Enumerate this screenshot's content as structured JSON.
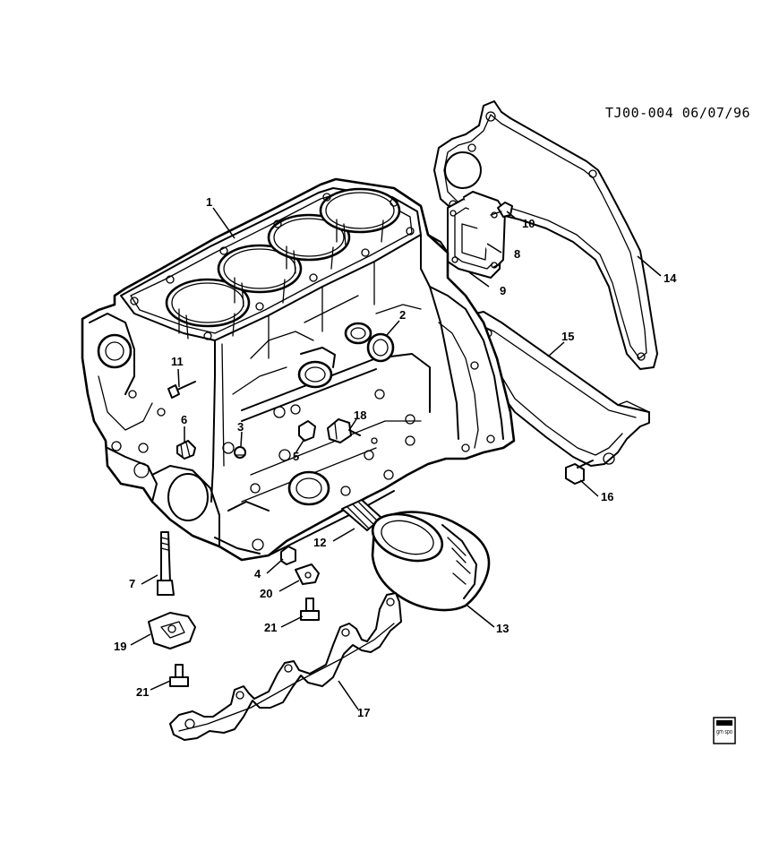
{
  "ref_code": "TJ00-004 06/07/96",
  "logo_text": "gm spo",
  "callouts": [
    {
      "id": "1",
      "label": "1",
      "part": "engine-block"
    },
    {
      "id": "2",
      "label": "2",
      "part": "seal"
    },
    {
      "id": "3",
      "label": "3",
      "part": "plug"
    },
    {
      "id": "4",
      "label": "4",
      "part": "plug"
    },
    {
      "id": "5",
      "label": "5",
      "part": "plug"
    },
    {
      "id": "6",
      "label": "6",
      "part": "plug"
    },
    {
      "id": "7",
      "label": "7",
      "part": "stud"
    },
    {
      "id": "8",
      "label": "8",
      "part": "cover"
    },
    {
      "id": "9",
      "label": "9",
      "part": "gasket"
    },
    {
      "id": "10",
      "label": "10",
      "part": "bolt"
    },
    {
      "id": "11",
      "label": "11",
      "part": "bolt"
    },
    {
      "id": "12",
      "label": "12",
      "part": "fitting"
    },
    {
      "id": "13",
      "label": "13",
      "part": "oil-filter"
    },
    {
      "id": "14",
      "label": "14",
      "part": "gasket"
    },
    {
      "id": "15",
      "label": "15",
      "part": "bracket"
    },
    {
      "id": "16",
      "label": "16",
      "part": "bolt"
    },
    {
      "id": "17",
      "label": "17",
      "part": "bracket"
    },
    {
      "id": "18",
      "label": "18",
      "part": "switch"
    },
    {
      "id": "19",
      "label": "19",
      "part": "bracket"
    },
    {
      "id": "20",
      "label": "20",
      "part": "bracket"
    },
    {
      "id": "21a",
      "label": "21",
      "part": "bolt"
    },
    {
      "id": "21b",
      "label": "21",
      "part": "bolt"
    }
  ]
}
